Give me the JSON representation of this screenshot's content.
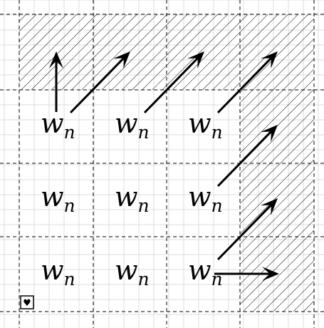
{
  "grid": {
    "rows": 3,
    "cols": 3
  },
  "colors": {
    "background": "#ffffff",
    "fine_grid": "#dcdcdc",
    "dashed_lines": "#000000",
    "hatch": "#000000",
    "arrow": "#000000",
    "text": "#000000"
  },
  "cells": [
    {
      "row": 0,
      "col": 0,
      "base": "w",
      "subscript": "n"
    },
    {
      "row": 0,
      "col": 1,
      "base": "w",
      "subscript": "n"
    },
    {
      "row": 0,
      "col": 2,
      "base": "w",
      "subscript": "n"
    },
    {
      "row": 1,
      "col": 0,
      "base": "w",
      "subscript": "n"
    },
    {
      "row": 1,
      "col": 1,
      "base": "w",
      "subscript": "n"
    },
    {
      "row": 1,
      "col": 2,
      "base": "w",
      "subscript": "n"
    },
    {
      "row": 2,
      "col": 0,
      "base": "w",
      "subscript": "n"
    },
    {
      "row": 2,
      "col": 1,
      "base": "w",
      "subscript": "n"
    },
    {
      "row": 2,
      "col": 2,
      "base": "w",
      "subscript": "n"
    }
  ],
  "hatched_regions": [
    {
      "name": "top-boundary-row",
      "rows": [
        -1,
        -1
      ],
      "cols": [
        0,
        3
      ]
    },
    {
      "name": "right-boundary-column",
      "rows": [
        0,
        2
      ],
      "cols": [
        3,
        3
      ]
    }
  ],
  "arrows": [
    {
      "name": "arrow-up",
      "from_cell": [
        0,
        0
      ],
      "direction": "up"
    },
    {
      "name": "arrow-diagonal",
      "from_cell": [
        0,
        0
      ],
      "direction": "up-right"
    },
    {
      "name": "arrow-diagonal",
      "from_cell": [
        0,
        1
      ],
      "direction": "up-right"
    },
    {
      "name": "arrow-diagonal",
      "from_cell": [
        0,
        2
      ],
      "direction": "up-right"
    },
    {
      "name": "arrow-diagonal",
      "from_cell": [
        1,
        2
      ],
      "direction": "up-right"
    },
    {
      "name": "arrow-diagonal",
      "from_cell": [
        2,
        2
      ],
      "direction": "up-right"
    },
    {
      "name": "arrow-right",
      "from_cell": [
        2,
        2
      ],
      "direction": "right"
    }
  ],
  "corner_marker": {
    "icon": "heart-icon",
    "glyph": "♥"
  }
}
